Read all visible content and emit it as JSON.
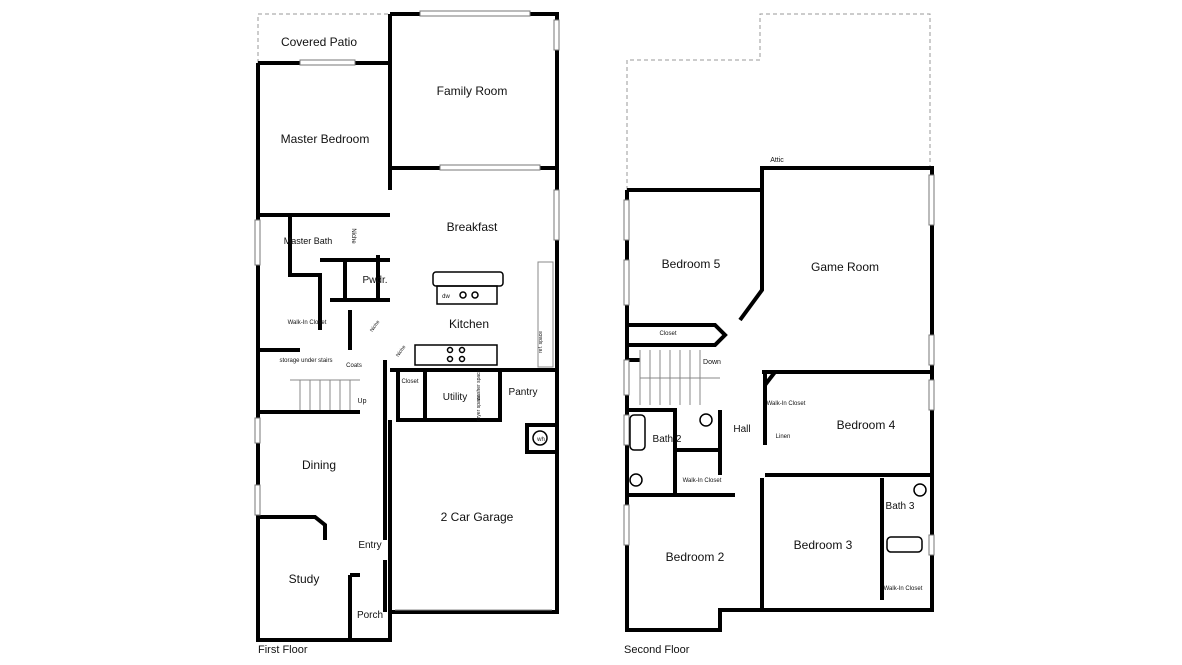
{
  "first_floor": {
    "caption": "First Floor",
    "rooms": {
      "covered_patio": "Covered Patio",
      "family_room": "Family Room",
      "master_bedroom": "Master Bedroom",
      "breakfast": "Breakfast",
      "master_bath": "Master Bath",
      "niche1": "Niche",
      "pwdr": "Pwdr.",
      "dw": "dw",
      "kitchen": "Kitchen",
      "walk_in_closet": "Walk-In Closet",
      "niche2": "Niche",
      "niche3": "Niche",
      "ref_space": "ref. space",
      "storage": "storage under stairs",
      "coats": "Coats",
      "closet": "Closet",
      "utility": "Utility",
      "washer": "washer space",
      "dryer": "dryer space",
      "pantry": "Pantry",
      "up": "Up",
      "wh": "wh",
      "dining": "Dining",
      "garage": "2 Car Garage",
      "entry": "Entry",
      "study": "Study",
      "porch": "Porch"
    }
  },
  "second_floor": {
    "caption": "Second Floor",
    "rooms": {
      "attic": "Attic",
      "bedroom5": "Bedroom 5",
      "game_room": "Game Room",
      "closet": "Closet",
      "down": "Down",
      "walk_in_closet_b4": "Walk-In Closet",
      "linen": "Linen",
      "bedroom4": "Bedroom 4",
      "hall": "Hall",
      "bath2": "Bath 2",
      "walk_in_closet_b2": "Walk-In Closet",
      "bath3": "Bath 3",
      "bedroom2": "Bedroom 2",
      "bedroom3": "Bedroom 3",
      "walk_in_closet_b3": "Walk-In Closet"
    }
  }
}
